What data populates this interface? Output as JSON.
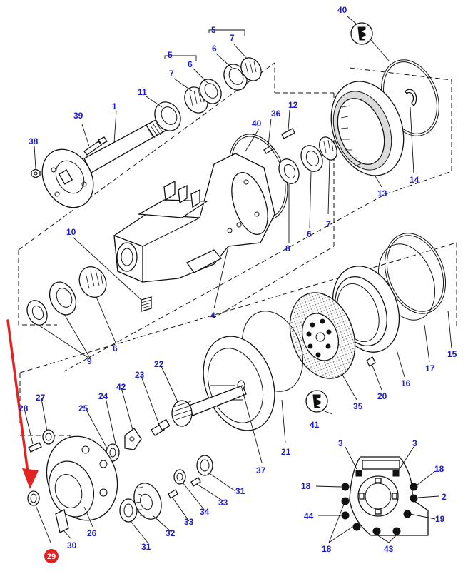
{
  "colors": {
    "label": "#1a1ad0",
    "line": "#111111",
    "highlight_arrow": "#e32222",
    "highlight_badge": "#e32222"
  },
  "labels": {
    "p1": "1",
    "p2": "2",
    "p3a": "3",
    "p3b": "3",
    "p4": "4",
    "p5a": "5",
    "p5b": "5",
    "p6a": "6",
    "p6b": "6",
    "p6c": "6",
    "p6d": "6",
    "p7a": "7",
    "p7b": "7",
    "p7c": "7",
    "p8": "8",
    "p9": "9",
    "p10": "10",
    "p11": "11",
    "p12": "12",
    "p13": "13",
    "p14": "14",
    "p15": "15",
    "p16": "16",
    "p17": "17",
    "p18a": "18",
    "p18b": "18",
    "p18c": "18",
    "p19": "19",
    "p20": "20",
    "p21": "21",
    "p22": "22",
    "p23": "23",
    "p24": "24",
    "p25": "25",
    "p26": "26",
    "p27": "27",
    "p28": "28",
    "p29": "29",
    "p30": "30",
    "p31a": "31",
    "p31b": "31",
    "p32": "32",
    "p33a": "33",
    "p33b": "33",
    "p34": "34",
    "p35": "35",
    "p36": "36",
    "p37": "37",
    "p38": "38",
    "p39": "39",
    "p40a": "40",
    "p40b": "40",
    "p41": "41",
    "p42": "42",
    "p43": "43",
    "p44": "44"
  },
  "icons": [
    "oil-drop-icon",
    "oil-drop-icon",
    "highlight-arrow"
  ]
}
